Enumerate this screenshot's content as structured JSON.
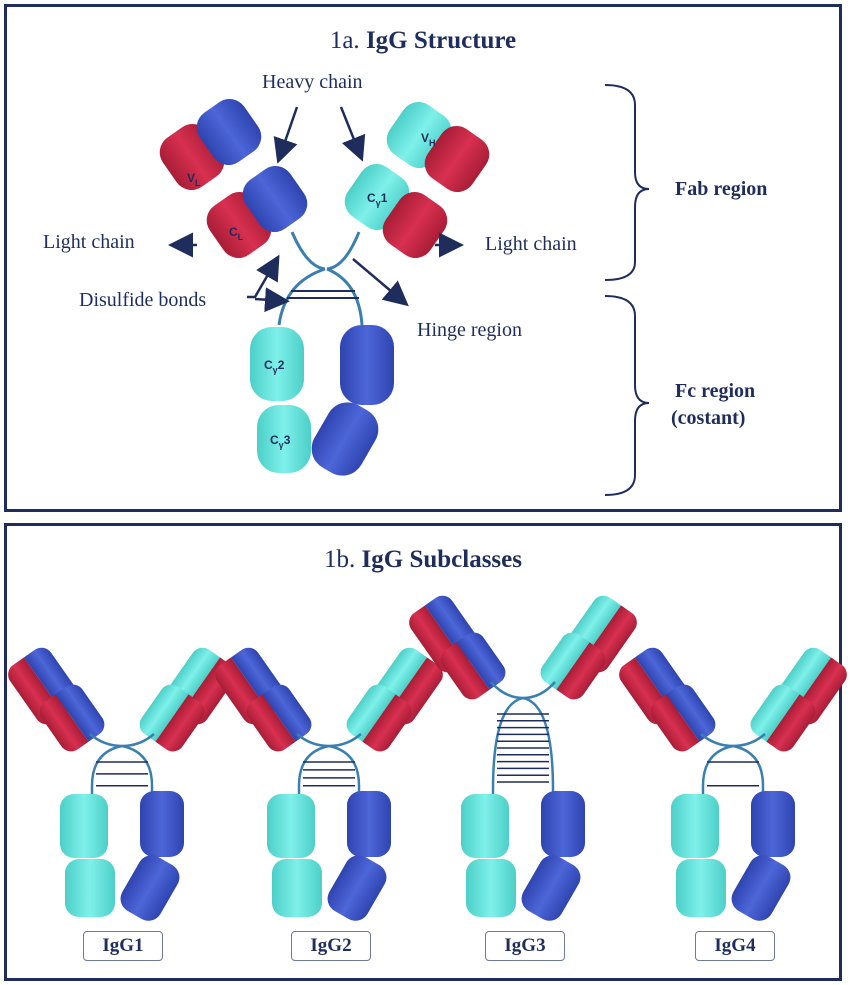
{
  "panel_a": {
    "title_num": "1a.",
    "title_bold": "IgG Structure",
    "labels": {
      "heavy_chain": "Heavy chain",
      "light_chain_left": "Light chain",
      "light_chain_right": "Light chain",
      "disulfide_bonds": "Disulfide bonds",
      "hinge_region": "Hinge region",
      "fab_region": "Fab region",
      "fc_region_1": "Fc region",
      "fc_region_2": "(costant)"
    },
    "domains": {
      "vl": "V",
      "vl_sub": "L",
      "cl": "C",
      "cl_sub": "L",
      "vh": "V",
      "vh_sub": "H",
      "cg1": "C",
      "cg1_sub": "γ",
      "cg1_num": "1",
      "cg2": "C",
      "cg2_sub": "γ",
      "cg2_num": "2",
      "cg3": "C",
      "cg3_sub": "γ",
      "cg3_num": "3"
    }
  },
  "panel_b": {
    "title_num": "1b.",
    "title_bold": "IgG Subclasses",
    "subclasses": [
      "IgG1",
      "IgG2",
      "IgG3",
      "IgG4"
    ]
  },
  "colors": {
    "border": "#1f2d5c",
    "text": "#1f2d5c",
    "heavy_dark": "#3f56c8",
    "heavy_light": "#5fe0d8",
    "light_red": "#c8243f",
    "hinge_line": "#3a7fb0"
  }
}
